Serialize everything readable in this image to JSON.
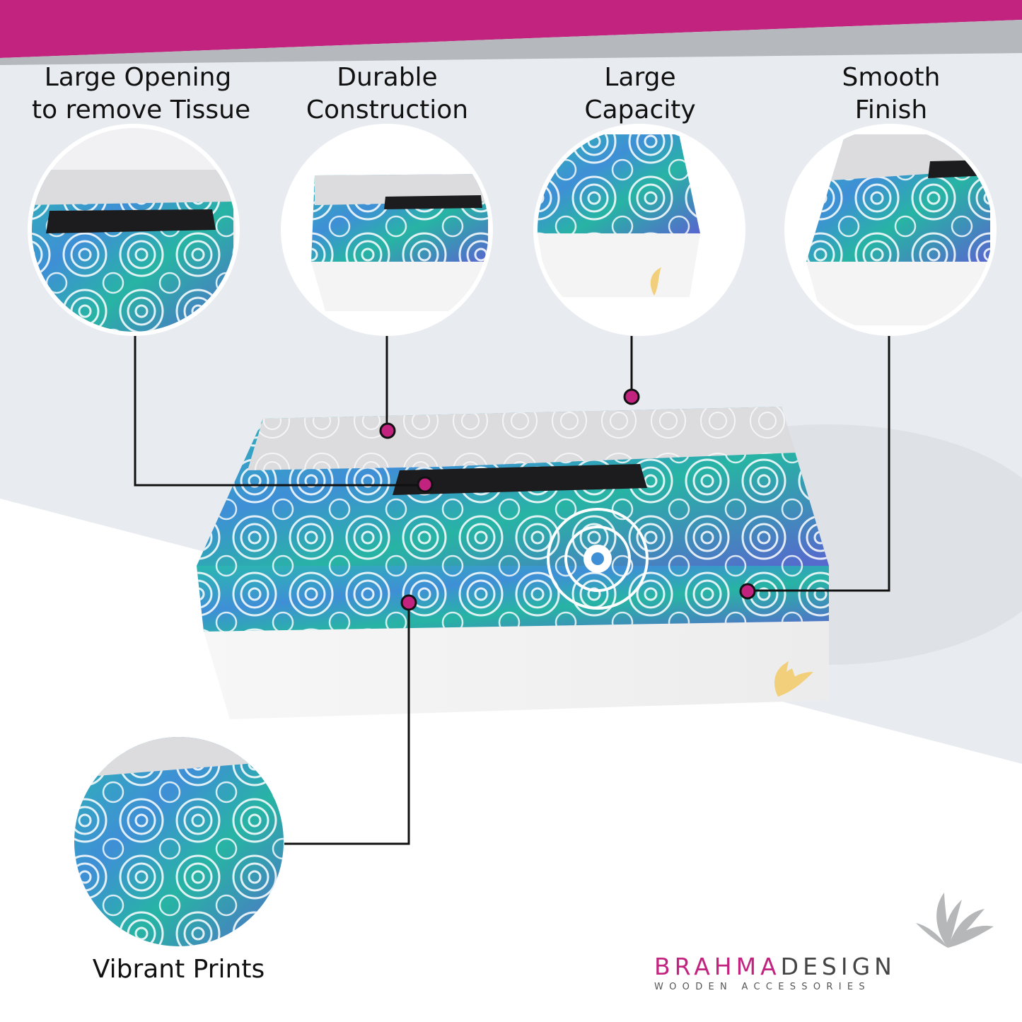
{
  "colors": {
    "accent": "#c2237f",
    "background_grey": "#e8ecf0",
    "box_white": "#f4f4f4",
    "print_teal": "#2bb7b0",
    "print_blue": "#4f6fd0",
    "line": "#111111"
  },
  "features": [
    {
      "line1": "Large Opening",
      "line2": "to remove Tissue"
    },
    {
      "line1": "Durable",
      "line2": "Construction"
    },
    {
      "line1": "Large",
      "line2": "Capacity"
    },
    {
      "line1": "Smooth",
      "line2": "Finish"
    }
  ],
  "bottom_feature": {
    "label": "Vibrant Prints"
  },
  "brand": {
    "name_part1": "BRAHMA",
    "name_part2": "DESIGN",
    "tagline": "WOODEN ACCESSORIES",
    "logo_icon": "lotus-leaf-icon"
  },
  "product": {
    "kind": "tissue-box",
    "icon": "lotus-leaf-icon"
  }
}
